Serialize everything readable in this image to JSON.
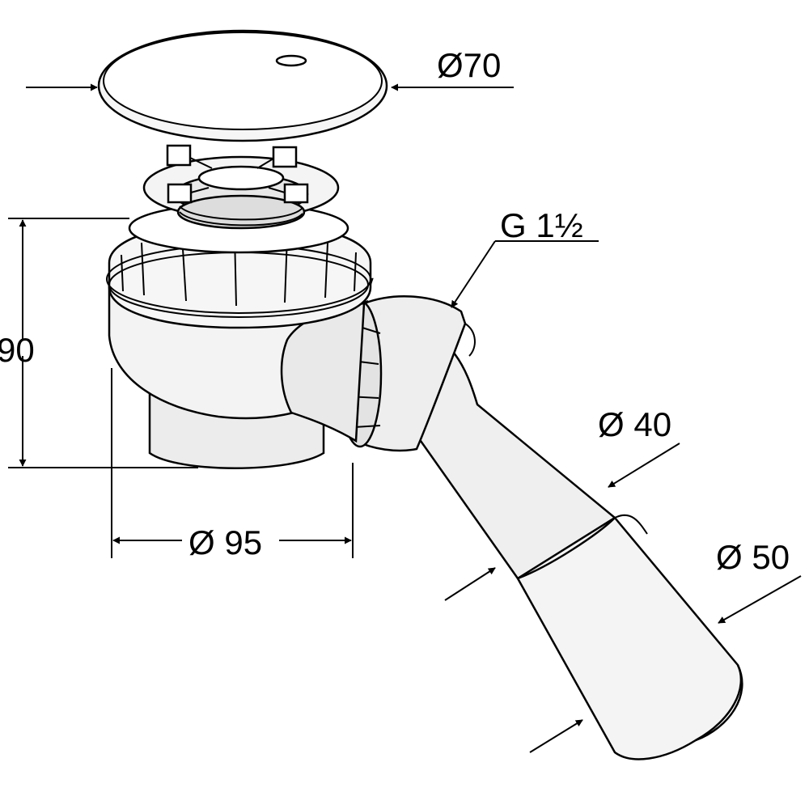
{
  "labels": {
    "cover_diameter": "Ø70",
    "thread": "G 1½",
    "height": "90",
    "body_diameter": "Ø 95",
    "pipe_diameter": "Ø 40",
    "outlet_diameter": "Ø 50"
  },
  "colors": {
    "line": "#000000",
    "fill": "#ffffff",
    "shade": "#e6e6e6",
    "dark_shade": "#cfcfcf"
  }
}
